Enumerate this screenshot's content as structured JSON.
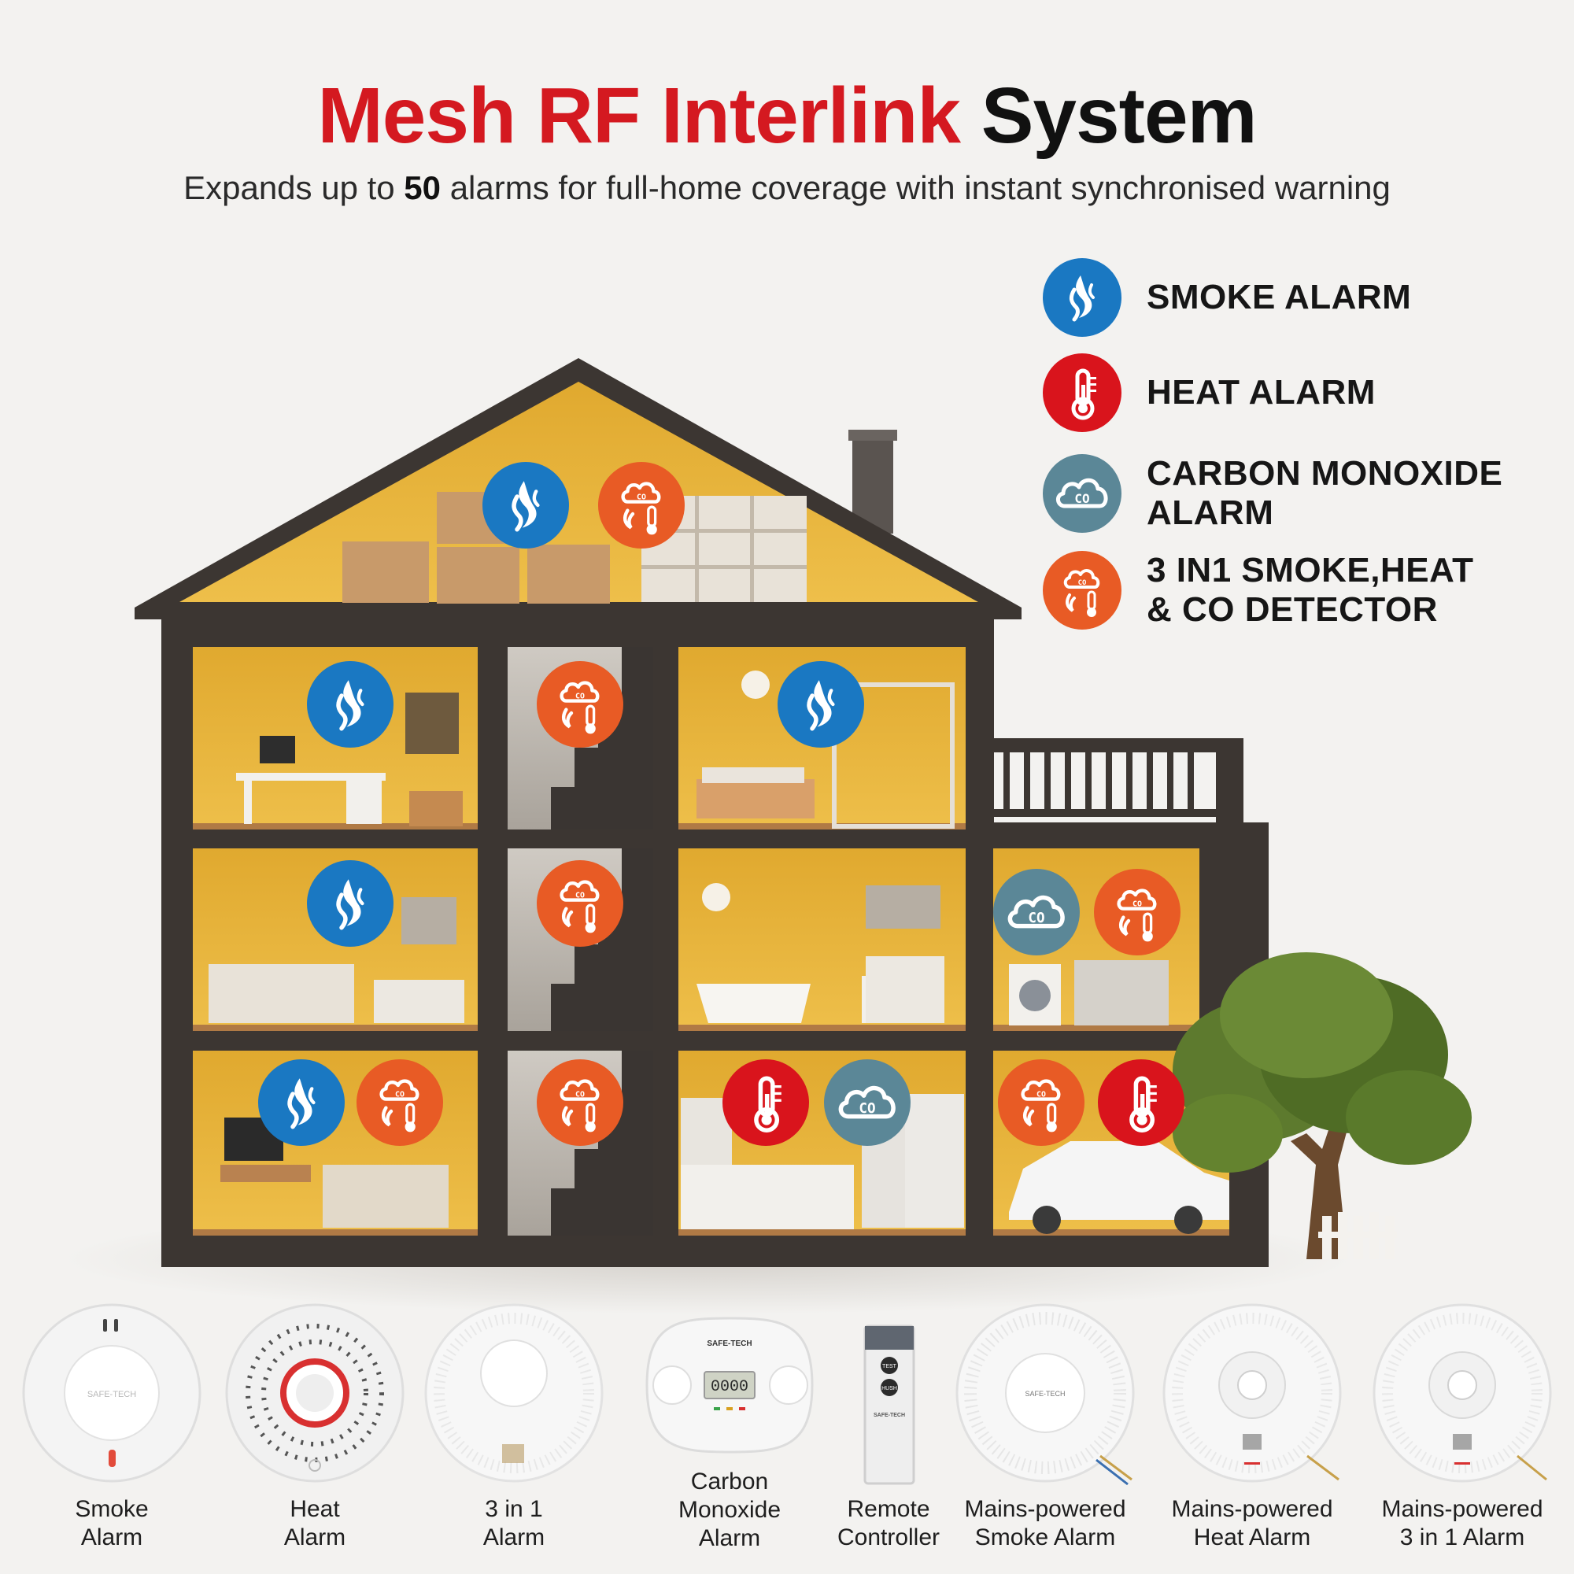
{
  "header": {
    "title_red": "Mesh RF Interlink",
    "title_black": "System",
    "subtitle_pre": "Expands up to",
    "subtitle_number": "50",
    "subtitle_post": "alarms for full-home coverage with instant synchronised warning"
  },
  "legend": {
    "smoke": "SMOKE ALARM",
    "heat": "HEAT ALARM",
    "co_line1": "CARBON MONOXIDE",
    "co_line2": "ALARM",
    "combo_line1": "3 IN1 SMOKE,HEAT",
    "combo_line2": "& CO DETECTOR"
  },
  "colors": {
    "smoke": "#1a78c2",
    "heat": "#d9141c",
    "co": "#5b8797",
    "combo": "#e85b25",
    "title_red": "#d41920",
    "wall": "#e9b63a",
    "frame": "#3c3632"
  },
  "icons": {
    "smoke": "smoke-flame-icon",
    "heat": "thermometer-icon",
    "co": "co-cloud-icon",
    "combo": "combo-detector-icon"
  },
  "devices_print": {
    "brand": "SAFE-TECH",
    "co_display": "0000",
    "remote_test": "TEST",
    "remote_hush": "HUSH"
  },
  "products": [
    {
      "line1": "Smoke",
      "line2": "Alarm"
    },
    {
      "line1": "Heat",
      "line2": "Alarm"
    },
    {
      "line1": "3 in 1",
      "line2": "Alarm"
    },
    {
      "line1": "Carbon",
      "line2": "Monoxide",
      "line3": "Alarm"
    },
    {
      "line1": "Remote",
      "line2": "Controller"
    },
    {
      "line1": "Mains-powered",
      "line2": "Smoke Alarm"
    },
    {
      "line1": "Mains-powered",
      "line2": "Heat Alarm"
    },
    {
      "line1": "Mains-powered",
      "line2": "3 in 1 Alarm"
    }
  ]
}
